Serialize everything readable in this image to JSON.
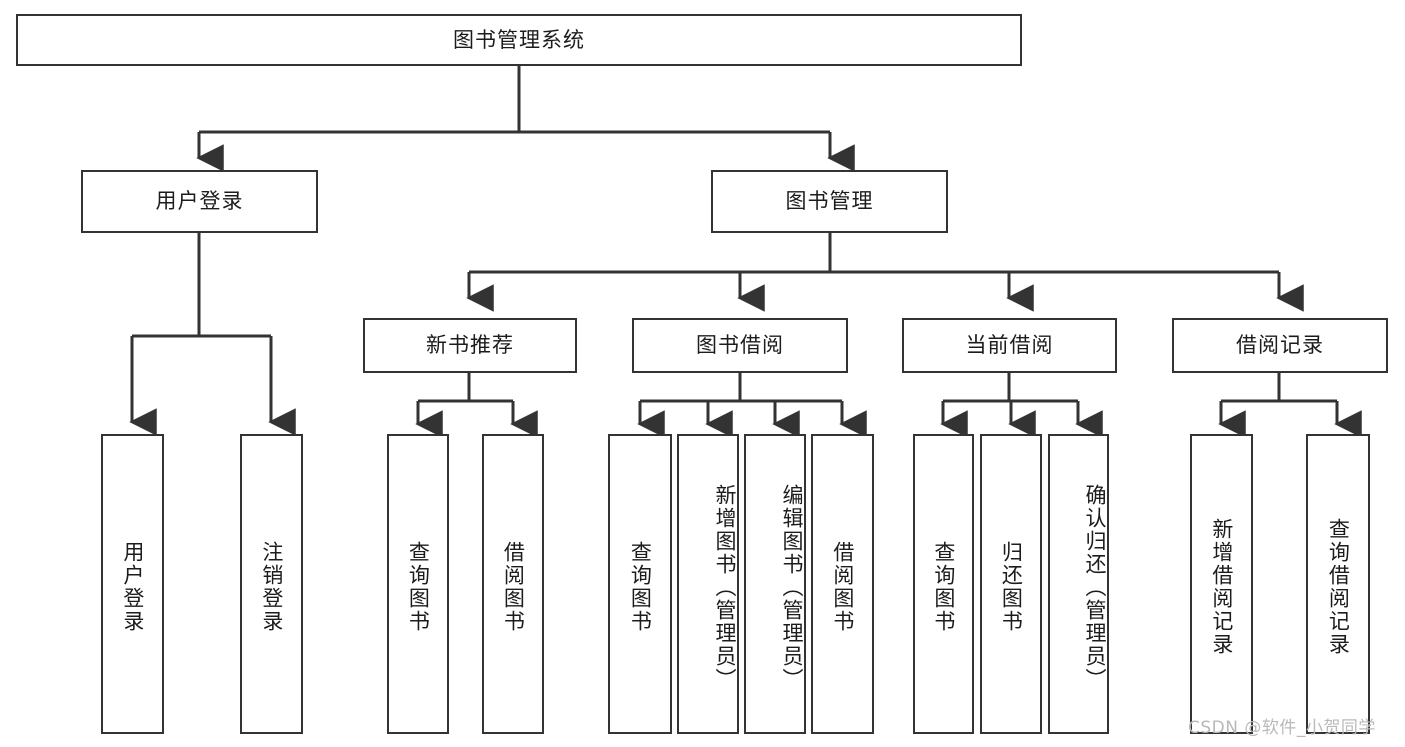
{
  "diagram": {
    "title": "图书管理系统",
    "type": "hierarchy-tree",
    "root": {
      "label": "图书管理系统"
    },
    "level2": [
      {
        "label": "用户登录"
      },
      {
        "label": "图书管理"
      }
    ],
    "level3": [
      {
        "label": "新书推荐"
      },
      {
        "label": "图书借阅"
      },
      {
        "label": "当前借阅"
      },
      {
        "label": "借阅记录"
      }
    ],
    "leaves": {
      "user_login": [
        {
          "label": "用户登录"
        },
        {
          "label": "注销登录"
        }
      ],
      "new_book_recommend": [
        {
          "label": "查询图书"
        },
        {
          "label": "借阅图书"
        }
      ],
      "book_borrow": [
        {
          "label": "查询图书"
        },
        {
          "label": "新增图书（管理员）"
        },
        {
          "label": "编辑图书（管理员）"
        },
        {
          "label": "借阅图书"
        }
      ],
      "current_borrow": [
        {
          "label": "查询图书"
        },
        {
          "label": "归还图书"
        },
        {
          "label": "确认归还（管理员）"
        }
      ],
      "borrow_record": [
        {
          "label": "新增借阅记录"
        },
        {
          "label": "查询借阅记录"
        }
      ]
    }
  },
  "watermark": {
    "text": "CSDN @软件_小贺同学"
  },
  "colors": {
    "stroke": "#333333",
    "background": "#ffffff",
    "text": "#1c1c1c",
    "watermark": "#b9b9b9"
  }
}
